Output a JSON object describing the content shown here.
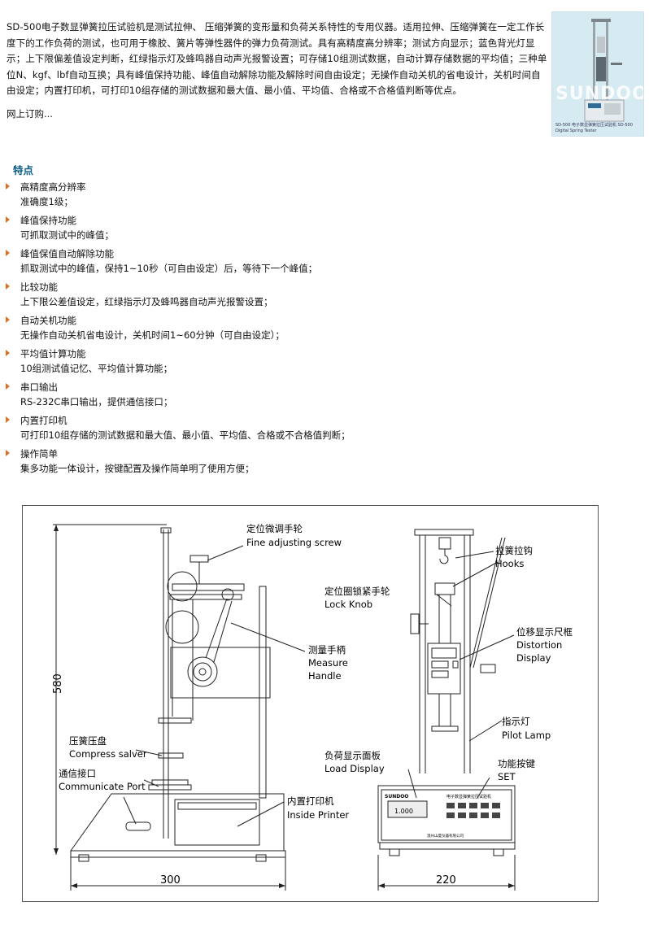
{
  "intro": {
    "paragraph": "SD-500电子数显弹簧拉压试验机是测试拉伸、 压缩弹簧的变形量和负荷关系特性的专用仪器。适用拉伸、压缩弹簧在一定工作长度下的工作负荷的测试，也可用于橡胶、簧片等弹性器件的弹力负荷测试。具有高精度高分辨率；测试方向显示；蓝色背光灯显示；上下限偏差值设定判断，红绿指示灯及蜂鸣器自动声光报警设置；可存储10组测试数据，自动计算存储数据的平均值；三种单位N、kgf、lbf自动互换；具有峰值保持功能、峰值自动解除功能及解除时间自由设定；无操作自动关机的省电设计，关机时间自由设定；内置打印机，可打印10组存储的测试数据和最大值、最小值、平均值、合格或不合格值判断等优点。",
    "more": "网上订购..."
  },
  "photo": {
    "watermark": "SUNDOO",
    "caption": "SD-500 电子数显弹簧拉压试验机 SD-500 Digital Spring Tester"
  },
  "section_title": "特点",
  "features": [
    {
      "title": "高精度高分辨率",
      "desc": "准确度1级；"
    },
    {
      "title": "峰值保持功能",
      "desc": "可抓取测试中的峰值；"
    },
    {
      "title": "峰值保值自动解除功能",
      "desc": "抓取测试中的峰值，保持1~10秒（可自由设定）后，等待下一个峰值；"
    },
    {
      "title": "比较功能",
      "desc": "上下限公差值设定，红绿指示灯及蜂鸣器自动声光报警设置；"
    },
    {
      "title": "自动关机功能",
      "desc": "无操作自动关机省电设计，关机时间1~60分钟（可自由设定）；"
    },
    {
      "title": "平均值计算功能",
      "desc": "10组测试值记忆、平均值计算功能；"
    },
    {
      "title": "串口输出",
      "desc": "RS-232C串口输出，提供通信接口；"
    },
    {
      "title": "内置打印机",
      "desc": "可打印10组存储的测试数据和最大值、最小值、平均值、合格或不合格值判断；"
    },
    {
      "title": "操作简单",
      "desc": "集多功能一体设计，按键配置及操作简单明了使用方便；"
    }
  ],
  "drawing": {
    "dim_height": "580",
    "dim_width_side": "300",
    "dim_width_front": "220",
    "labels": {
      "fine_cn": "定位微调手轮",
      "fine_en": "Fine adjusting screw",
      "measure_cn": "测量手柄",
      "measure_en1": "Measure",
      "measure_en2": "Handle",
      "compress_cn": "压簧压盘",
      "compress_en": "Compress salver",
      "comm_cn": "通信接口",
      "comm_en": "Communicate Port",
      "printer_cn": "内置打印机",
      "printer_en": "Inside Printer",
      "hooks_cn": "拉簧拉钩",
      "hooks_en": "Hooks",
      "lock_cn": "定位圈锁紧手轮",
      "lock_en": "Lock Knob",
      "distortion_cn": "位移显示尺框",
      "distortion_en1": "Distortion",
      "distortion_en2": "Display",
      "pilot_cn": "指示灯",
      "pilot_en": "Pilot Lamp",
      "load_cn": "负荷显示面板",
      "load_en": "Load Display",
      "set_cn": "功能按键",
      "set_en": "SET"
    },
    "panel": {
      "brand": "SUNDOO",
      "title": "电子数显弹簧拉压试验机",
      "display_value": "1.000",
      "company": "温州山度仪器有限公司"
    }
  }
}
